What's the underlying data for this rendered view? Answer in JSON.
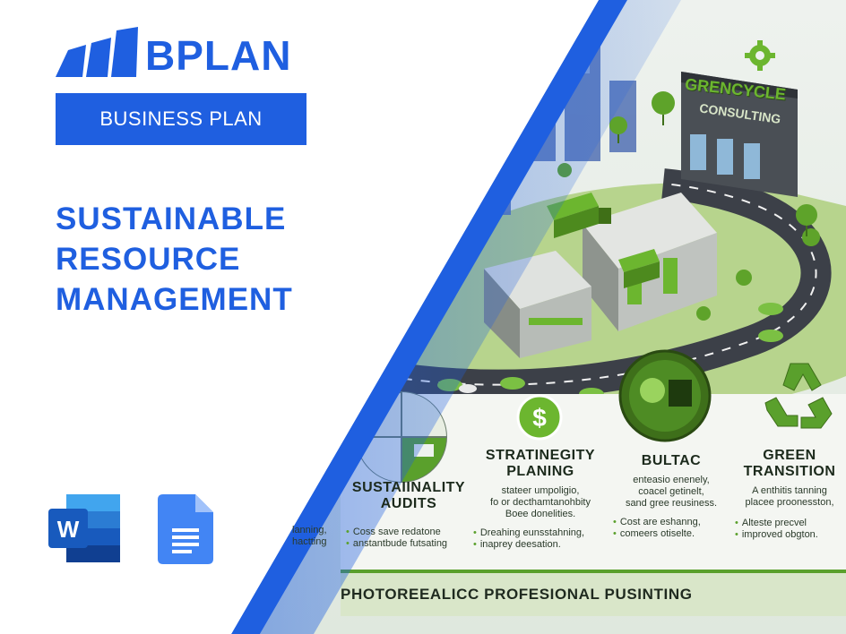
{
  "brand": {
    "name": "BPLAN",
    "badge": "BUSINESS PLAN",
    "color": "#1f5fe0"
  },
  "title": {
    "line1": "SUSTAINABLE",
    "line2": "RESOURCE",
    "line3": "MANAGEMENT"
  },
  "apps": [
    "word-icon",
    "google-docs-icon"
  ],
  "illustration": {
    "sign": {
      "line1": "GRENCYCLE",
      "line2": "CONSULTING"
    },
    "sections": [
      {
        "heading_line1": "SUSTAIINALITY",
        "heading_line2": "AUDITS",
        "bullets": [
          "Coss save redatone",
          "anstantbude futsating"
        ]
      },
      {
        "heading_line1": "STRATINEGITY",
        "heading_line2": "PLANING",
        "body": [
          "stateer umpoligio,",
          "fo or decthamtanohbity",
          "Boee donelities."
        ],
        "bullets": [
          "Dreahing eunsstahning,",
          "inaprey deesation."
        ]
      },
      {
        "heading_line1": "BULTAC",
        "body": [
          "enteasio enenely,",
          "coacel getinelt,",
          "sand gree reusiness."
        ],
        "bullets": [
          "Cost are eshanng,",
          "comeers otiselte."
        ]
      },
      {
        "heading_line1": "GREEN",
        "heading_line2": "TRANSITION",
        "body": [
          "A enthitis tanning",
          "placee proonesston,"
        ],
        "bullets": [
          "Alteste precvel",
          "improved obgton."
        ]
      }
    ],
    "left_fragment": [
      "lanning,",
      "hactting"
    ],
    "footer": "PHOTOREEALICC PROFESIONAL PUSINTING"
  }
}
